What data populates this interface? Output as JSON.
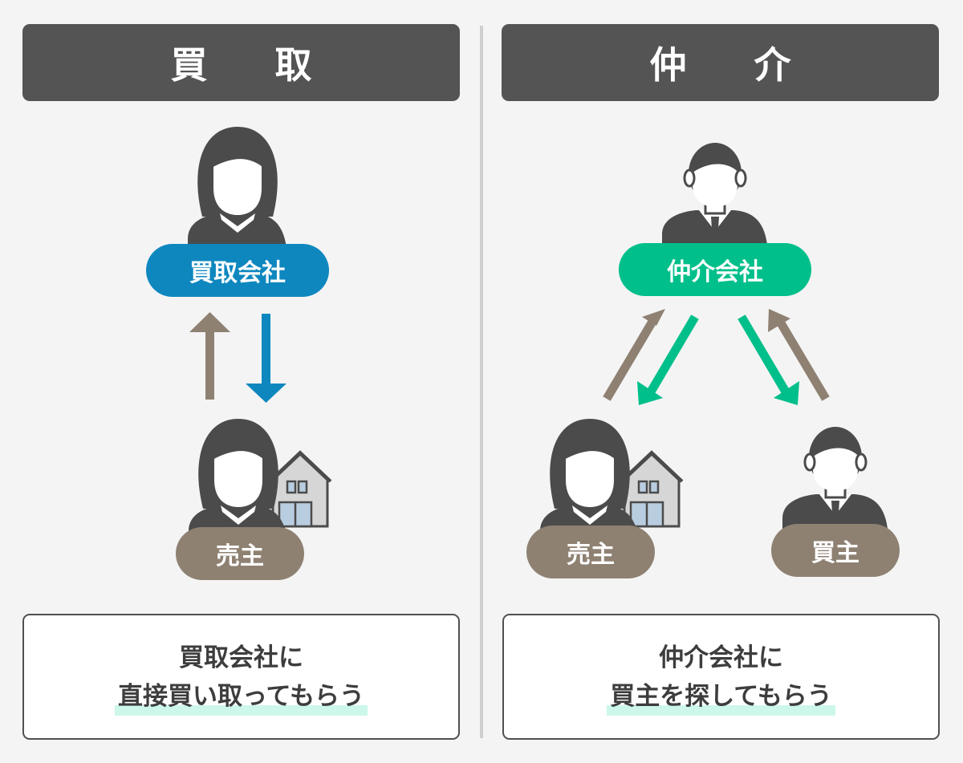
{
  "left": {
    "title": "買 取",
    "company_label": "買取会社",
    "seller_label": "売主",
    "caption_line1": "買取会社に",
    "caption_line2": "直接買い取ってもらう"
  },
  "right": {
    "title": "仲 介",
    "company_label": "仲介会社",
    "seller_label": "売主",
    "buyer_label": "買主",
    "caption_line1": "仲介会社に",
    "caption_line2": "買主を探してもらう"
  },
  "colors": {
    "header_bg": "#545454",
    "buyout_blue": "#0e87bf",
    "brokerage_green": "#00bf8a",
    "person_tan": "#8e8172",
    "highlight": "#ccf7ea"
  },
  "icons": [
    "female-person-icon",
    "male-person-icon",
    "house-icon",
    "arrow-icon"
  ]
}
